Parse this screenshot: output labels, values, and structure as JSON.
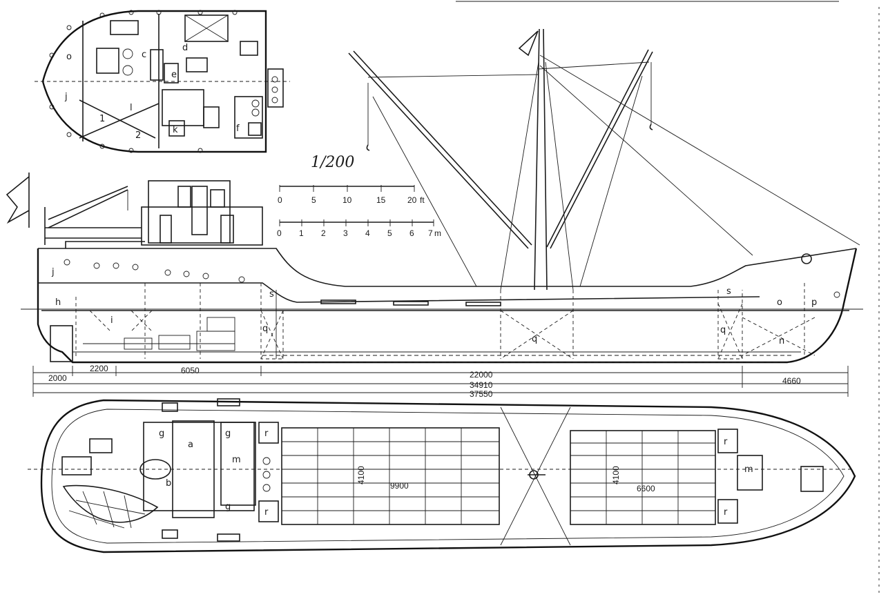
{
  "scale": "1/200",
  "scale_bar_ft": {
    "ticks": [
      "0",
      "5",
      "10",
      "15",
      "20"
    ],
    "unit": "ft"
  },
  "scale_bar_m": {
    "ticks": [
      "0",
      "1",
      "2",
      "3",
      "4",
      "5",
      "6",
      "7"
    ],
    "unit": "m"
  },
  "dimensions": {
    "d2000": "2000",
    "d2200": "2200",
    "d6050": "6050",
    "d22000": "22000",
    "d34910": "34910",
    "d37550": "37550",
    "d4660": "4660",
    "d4100a": "4100",
    "d9900": "9900",
    "d4100b": "4100",
    "d6600": "6600"
  },
  "plan_labels": {
    "o": "o",
    "c": "c",
    "d": "d",
    "e": "e",
    "j": "j",
    "l": "l",
    "k": "k",
    "f": "f",
    "n1": "1",
    "n2": "2"
  },
  "profile_labels": {
    "j": "j",
    "h": "h",
    "i": "i",
    "q1": "q",
    "s1": "s",
    "q2": "q",
    "s2": "s",
    "q3": "q",
    "o": "o",
    "p": "p",
    "n": "n"
  },
  "deck_labels": {
    "g1": "g",
    "a": "a",
    "g2": "g",
    "m1": "m",
    "b": "b",
    "g3": "g",
    "r1": "r",
    "r2": "r",
    "r3": "r",
    "r4": "r",
    "m2": "m"
  }
}
